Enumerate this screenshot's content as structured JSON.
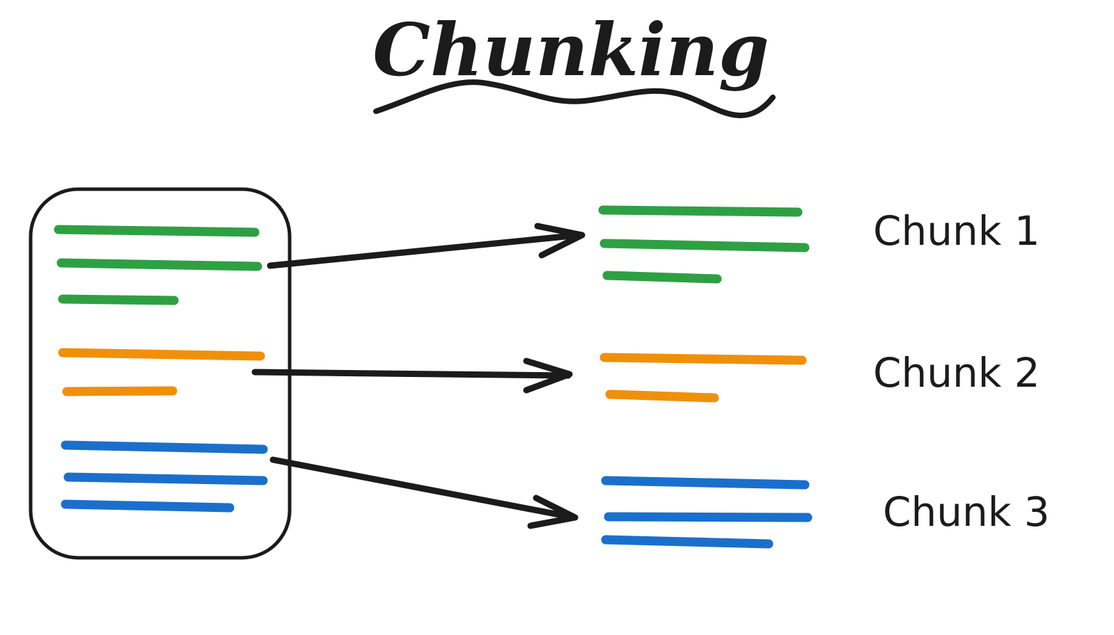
{
  "title": "Chunking",
  "colors": {
    "ink": "#1b1b1b",
    "green": "#2ea043",
    "orange": "#f0900a",
    "blue": "#1b6fcc"
  },
  "chunks": [
    {
      "label": "Chunk 1",
      "color": "green",
      "line_count": 3
    },
    {
      "label": "Chunk 2",
      "color": "orange",
      "line_count": 2
    },
    {
      "label": "Chunk 3",
      "color": "blue",
      "line_count": 3
    }
  ]
}
